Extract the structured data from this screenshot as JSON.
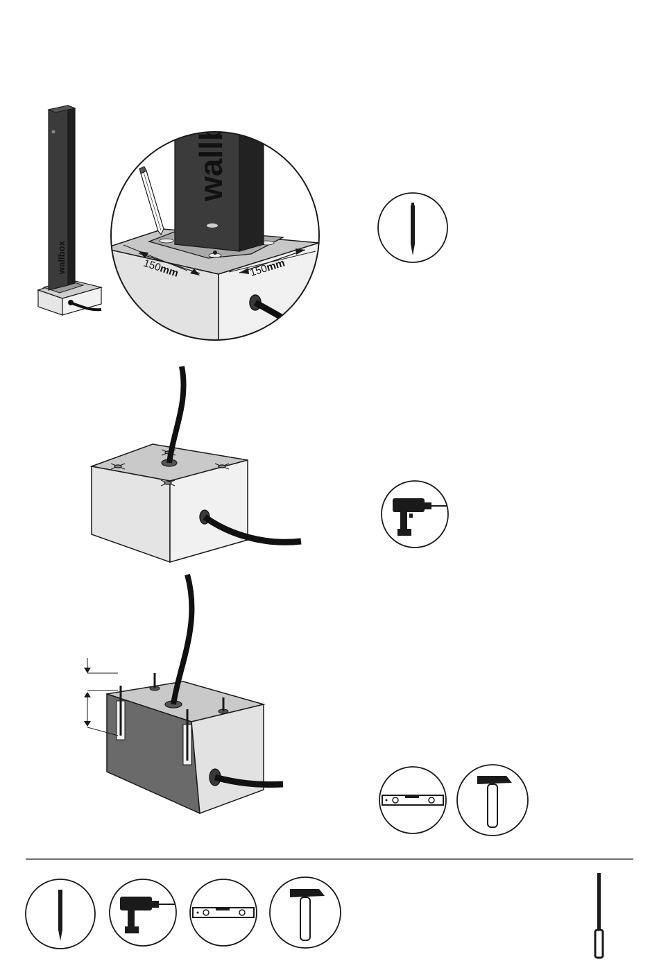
{
  "step1": {
    "brand_text": "wallbox",
    "dim_left": "150",
    "dim_left_unit": "mm",
    "dim_right": "150",
    "dim_right_unit": "mm",
    "tool_icon": "pencil-icon"
  },
  "step2": {
    "tool_icon": "drill-icon"
  },
  "step3": {
    "tool_icons": [
      "spirit-level-icon",
      "hammer-icon"
    ]
  },
  "footer": {
    "tool_icons": [
      "pencil-icon",
      "drill-icon",
      "spirit-level-icon",
      "hammer-icon"
    ],
    "accessory_icon": "anchor-bolt-icon"
  },
  "colors": {
    "ink": "#1a1a1a",
    "post_dark": "#3b3b3b",
    "concrete_top": "#c9c9c9",
    "concrete_light": "#e4e4e4",
    "concrete_dark": "#6a6a6a"
  }
}
